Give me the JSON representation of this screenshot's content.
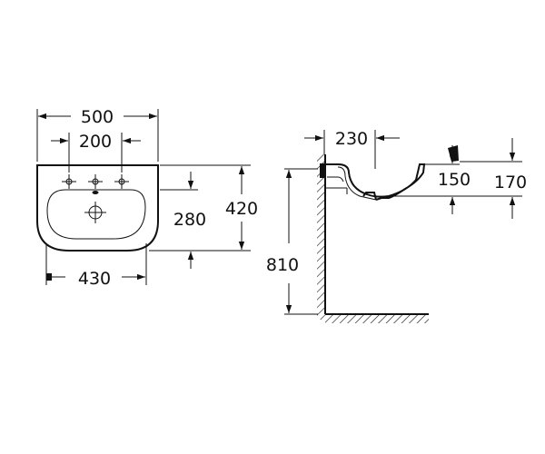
{
  "front_view": {
    "width_overall": "500",
    "width_taps": "200",
    "width_bottom": "430",
    "depth_bowl": "280",
    "depth_overall": "420"
  },
  "side_view": {
    "projection": "230",
    "height_floor": "810",
    "height_rim": "150",
    "height_tap": "170"
  },
  "colors": {
    "line": "#111111",
    "background": "#ffffff"
  }
}
